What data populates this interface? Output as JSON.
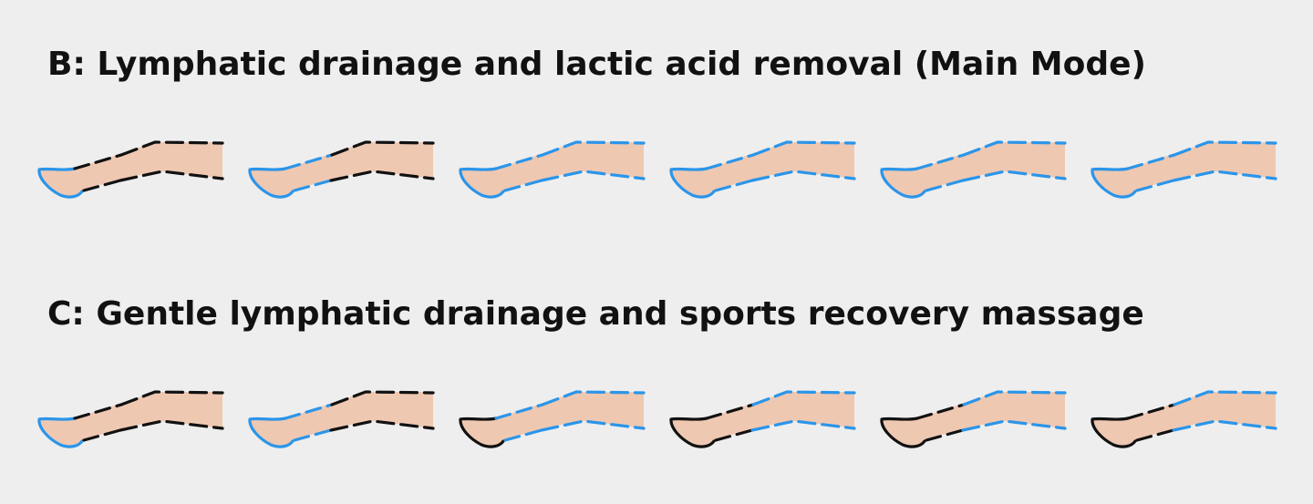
{
  "colors": {
    "background": "#eeeeee",
    "skin": "#efc8b2",
    "active": "#2b95e9",
    "inactive": "#111111"
  },
  "sections": [
    {
      "id": "B",
      "title": "B: Lymphatic drainage and lactic acid removal (Main Mode)",
      "steps": [
        {
          "foot": "active",
          "lower": "inactive",
          "upper": "inactive"
        },
        {
          "foot": "active",
          "lower": "active",
          "upper": "inactive"
        },
        {
          "foot": "active",
          "lower": "active",
          "upper": "active"
        },
        {
          "foot": "active",
          "lower": "active",
          "upper": "active"
        },
        {
          "foot": "active",
          "lower": "active",
          "upper": "active"
        },
        {
          "foot": "active",
          "lower": "active",
          "upper": "active"
        }
      ]
    },
    {
      "id": "C",
      "title": "C: Gentle lymphatic drainage and sports recovery massage",
      "steps": [
        {
          "foot": "active",
          "lower": "inactive",
          "upper": "inactive"
        },
        {
          "foot": "active",
          "lower": "active",
          "upper": "inactive"
        },
        {
          "foot": "inactive",
          "lower": "active",
          "upper": "active"
        },
        {
          "foot": "inactive",
          "lower": "inactive",
          "upper": "active"
        },
        {
          "foot": "inactive",
          "lower": "inactive",
          "upper": "active"
        },
        {
          "foot": "inactive",
          "lower": "inactive",
          "upper": "active"
        }
      ]
    }
  ]
}
